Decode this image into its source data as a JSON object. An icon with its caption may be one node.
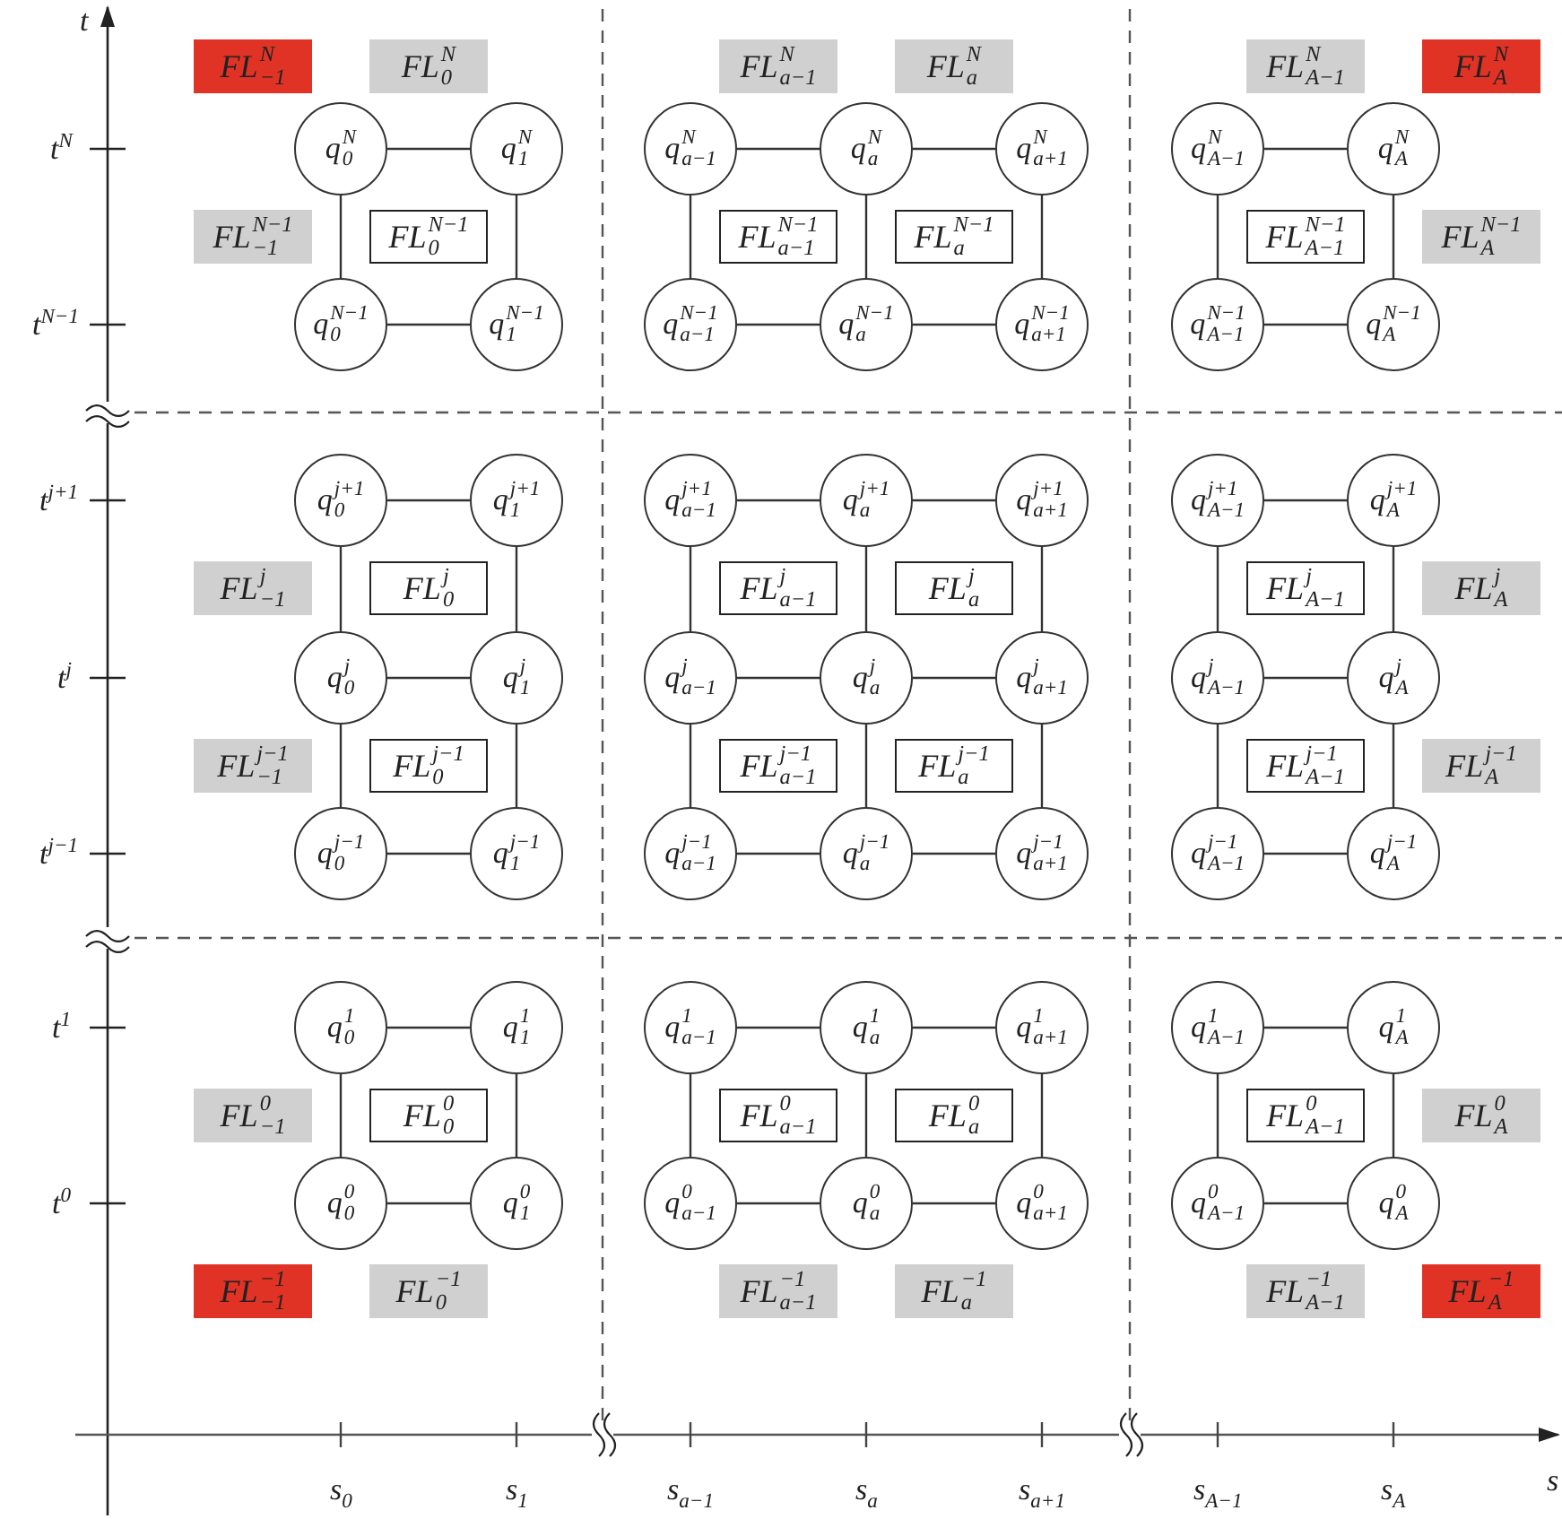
{
  "diagram": {
    "nodes": [
      {
        "text": [
          "FL$_{−1}$$^{N}$"
        ]
      },
      {
        "text": [
          "FL$_{0}$$^{N}$"
        ]
      },
      {
        "text": [
          "FL$_{a−1}$$^{N}$"
        ]
      },
      {
        "text": [
          "FL$_{a}$$^{N}$"
        ]
      },
      {
        "text": [
          "FL$_{A−1}$$^{N}$"
        ]
      },
      {
        "text": [
          "FL$_{A}$$^{N}$"
        ]
      },
      {
        "text": [
          "q$_{0}$$^{N}$"
        ]
      },
      {
        "text": [
          "q$_{1}$$^{N}$"
        ]
      },
      {
        "text": [
          "q$_{a−1}$$^{N}$"
        ]
      },
      {
        "text": [
          "q$_{a}$$^{N}$"
        ]
      },
      {
        "text": [
          "q$_{a+1}$$^{N}$"
        ]
      },
      {
        "text": [
          "q$_{A−1}$$^{N}$"
        ]
      },
      {
        "text": [
          "q$_{A}$$^{N}$"
        ]
      },
      {
        "text": [
          "FL$_{−1}$$^{N−1}$"
        ]
      },
      {
        "text": [
          "FL$_{0}$$^{N−1}$"
        ]
      },
      {
        "text": [
          "FL$_{a−1}$$^{N−1}$"
        ]
      },
      {
        "text": [
          "FL$_{a}$$^{N−1}$"
        ]
      },
      {
        "text": [
          "FL$_{A−1}$$^{N−1}$"
        ]
      },
      {
        "text": [
          "FL$_{A}$$^{N−1}$"
        ]
      },
      {
        "text": [
          "q$_{0}$$^{N−1}$"
        ]
      },
      {
        "text": [
          "q$_{1}$$^{N−1}$"
        ]
      },
      {
        "text": [
          "q$_{a−1}$$^{N−1}$"
        ]
      },
      {
        "text": [
          "q$_{a}$$^{N−1}$"
        ]
      },
      {
        "text": [
          "q$_{a+1}$$^{N−1}$"
        ]
      },
      {
        "text": [
          "q$_{A−1}$$^{N−1}$"
        ]
      },
      {
        "text": [
          "q$_{A}$$^{N−1}$"
        ]
      },
      {
        "text": [
          "q$_{0}$$^{j+1}$"
        ]
      },
      {
        "text": [
          "q$_{1}$$^{j+1}$"
        ]
      },
      {
        "text": [
          "q$_{a−1}$$^{j+1}$"
        ]
      },
      {
        "text": [
          "q$_{a}$$^{j+1}$"
        ]
      },
      {
        "text": [
          "q$_{a+1}$$^{j+1}$"
        ]
      },
      {
        "text": [
          "q$_{A−1}$$^{j+1}$"
        ]
      },
      {
        "text": [
          "q$_{A}$$^{j+1}$"
        ]
      },
      {
        "text": [
          "FL$_{−1}$$^{j}$"
        ]
      },
      {
        "text": [
          "FL$_{0}$$^{j}$"
        ]
      },
      {
        "text": [
          "FL$_{a−1}$$^{j}$"
        ]
      },
      {
        "text": [
          "FL$_{a}$$^{j}$"
        ]
      },
      {
        "text": [
          "FL$_{A−1}$$^{j}$"
        ]
      },
      {
        "text": [
          "FL$_{A}$$^{j}$"
        ]
      },
      {
        "text": [
          "q$_{0}$$^{j}$"
        ]
      },
      {
        "text": [
          "q$_{1}$$^{j}$"
        ]
      },
      {
        "text": [
          "q$_{a−1}$$^{j}$"
        ]
      },
      {
        "text": [
          "q$_{a}$$^{j}$"
        ]
      },
      {
        "text": [
          "q$_{a+1}$$^{j}$"
        ]
      },
      {
        "text": [
          "q$_{A−1}$$^{j}$"
        ]
      },
      {
        "text": [
          "q$_{A}$$^{j}$"
        ]
      },
      {
        "text": [
          "FL$_{−1}$$^{j−1}$"
        ]
      },
      {
        "text": [
          "FL$_{0}$$^{j−1}$"
        ]
      },
      {
        "text": [
          "FL$_{a−1}$$^{j−1}$"
        ]
      },
      {
        "text": [
          "FL$_{a}$$^{j−1}$"
        ]
      },
      {
        "text": [
          "FL$_{A−1}$$^{j−1}$"
        ]
      },
      {
        "text": [
          "FL$_{A}$$^{j−1}$"
        ]
      },
      {
        "text": [
          "q$_{0}$$^{j−1}$"
        ]
      },
      {
        "text": [
          "q$_{1}$$^{j−1}$"
        ]
      },
      {
        "text": [
          "q$_{a−1}$$^{j−1}$"
        ]
      },
      {
        "text": [
          "q$_{a}$$^{j−1}$"
        ]
      },
      {
        "text": [
          "q$_{a+1}$$^{j−1}$"
        ]
      },
      {
        "text": [
          "q$_{A−1}$$^{j−1}$"
        ]
      },
      {
        "text": [
          "q$_{A}$$^{j−1}$"
        ]
      },
      {
        "text": [
          "q$_{0}$$^{1}$"
        ]
      },
      {
        "text": [
          "q$_{1}$$^{1}$"
        ]
      },
      {
        "text": [
          "q$_{a−1}$$^{1}$"
        ]
      },
      {
        "text": [
          "q$_{a}$$^{1}$"
        ]
      },
      {
        "text": [
          "q$_{a+1}$$^{1}$"
        ]
      },
      {
        "text": [
          "q$_{A−1}$$^{1}$"
        ]
      },
      {
        "text": [
          "q$_{A}$$^{1}$"
        ]
      },
      {
        "text": [
          "FL$_{−1}$$^{0}$"
        ]
      },
      {
        "text": [
          "FL$_{0}$$^{0}$"
        ]
      },
      {
        "text": [
          "FL$_{a−1}$$^{0}$"
        ]
      },
      {
        "text": [
          "FL$_{a}$$^{0}$"
        ]
      },
      {
        "text": [
          "FL$_{A−1}$$^{0}$"
        ]
      },
      {
        "text": [
          "FL$_{A}$$^{0}$"
        ]
      },
      {
        "text": [
          "q$_{0}$$^{0}$"
        ]
      },
      {
        "text": [
          "q$_{1}$$^{0}$"
        ]
      },
      {
        "text": [
          "q$_{a−1}$$^{0}$"
        ]
      },
      {
        "text": [
          "q$_{a}$$^{0}$"
        ]
      },
      {
        "text": [
          "q$_{a+1}$$^{0}$"
        ]
      },
      {
        "text": [
          "q$_{A−1}$$^{0}$"
        ]
      },
      {
        "text": [
          "q$_{A}$$^{0}$"
        ]
      },
      {
        "text": [
          "FL$_{−1}$$^{−1}$"
        ]
      },
      {
        "text": [
          "FL$_{0}$$^{−1}$"
        ]
      },
      {
        "text": [
          "FL$_{a−1}$$^{−1}$"
        ]
      },
      {
        "text": [
          "FL$_{a}$$^{−1}$"
        ]
      },
      {
        "text": [
          "FL$_{A−1}$$^{−1}$"
        ]
      },
      {
        "text": [
          "FL$_{A}$$^{−1}$"
        ]
      }
    ],
    "edges": [
      {
        "from": 6,
        "to": 7,
        "arrow": "none"
      },
      {
        "from": 8,
        "to": 9,
        "arrow": "none"
      },
      {
        "from": 9,
        "to": 10,
        "arrow": "none"
      },
      {
        "from": 11,
        "to": 12,
        "arrow": "none"
      },
      {
        "from": 6,
        "to": 19,
        "arrow": "none"
      },
      {
        "from": 7,
        "to": 20,
        "arrow": "none"
      },
      {
        "from": 8,
        "to": 21,
        "arrow": "none"
      },
      {
        "from": 9,
        "to": 22,
        "arrow": "none"
      },
      {
        "from": 10,
        "to": 23,
        "arrow": "none"
      },
      {
        "from": 11,
        "to": 24,
        "arrow": "none"
      },
      {
        "from": 12,
        "to": 25,
        "arrow": "none"
      },
      {
        "from": 19,
        "to": 20,
        "arrow": "none"
      },
      {
        "from": 21,
        "to": 22,
        "arrow": "none"
      },
      {
        "from": 22,
        "to": 23,
        "arrow": "none"
      },
      {
        "from": 24,
        "to": 25,
        "arrow": "none"
      },
      {
        "from": 26,
        "to": 27,
        "arrow": "none"
      },
      {
        "from": 28,
        "to": 29,
        "arrow": "none"
      },
      {
        "from": 29,
        "to": 30,
        "arrow": "none"
      },
      {
        "from": 31,
        "to": 32,
        "arrow": "none"
      },
      {
        "from": 26,
        "to": 39,
        "arrow": "none"
      },
      {
        "from": 27,
        "to": 40,
        "arrow": "none"
      },
      {
        "from": 28,
        "to": 41,
        "arrow": "none"
      },
      {
        "from": 29,
        "to": 42,
        "arrow": "none"
      },
      {
        "from": 30,
        "to": 43,
        "arrow": "none"
      },
      {
        "from": 31,
        "to": 44,
        "arrow": "none"
      },
      {
        "from": 32,
        "to": 45,
        "arrow": "none"
      },
      {
        "from": 39,
        "to": 40,
        "arrow": "none"
      },
      {
        "from": 41,
        "to": 42,
        "arrow": "none"
      },
      {
        "from": 42,
        "to": 43,
        "arrow": "none"
      },
      {
        "from": 44,
        "to": 45,
        "arrow": "none"
      },
      {
        "from": 39,
        "to": 52,
        "arrow": "none"
      },
      {
        "from": 40,
        "to": 53,
        "arrow": "none"
      },
      {
        "from": 41,
        "to": 54,
        "arrow": "none"
      },
      {
        "from": 42,
        "to": 55,
        "arrow": "none"
      },
      {
        "from": 43,
        "to": 56,
        "arrow": "none"
      },
      {
        "from": 44,
        "to": 57,
        "arrow": "none"
      },
      {
        "from": 45,
        "to": 58,
        "arrow": "none"
      },
      {
        "from": 52,
        "to": 53,
        "arrow": "none"
      },
      {
        "from": 54,
        "to": 55,
        "arrow": "none"
      },
      {
        "from": 55,
        "to": 56,
        "arrow": "none"
      },
      {
        "from": 57,
        "to": 58,
        "arrow": "none"
      },
      {
        "from": 59,
        "to": 60,
        "arrow": "none"
      },
      {
        "from": 61,
        "to": 62,
        "arrow": "none"
      },
      {
        "from": 62,
        "to": 63,
        "arrow": "none"
      },
      {
        "from": 64,
        "to": 65,
        "arrow": "none"
      },
      {
        "from": 59,
        "to": 72,
        "arrow": "none"
      },
      {
        "from": 60,
        "to": 73,
        "arrow": "none"
      },
      {
        "from": 61,
        "to": 74,
        "arrow": "none"
      },
      {
        "from": 62,
        "to": 75,
        "arrow": "none"
      },
      {
        "from": 63,
        "to": 76,
        "arrow": "none"
      },
      {
        "from": 64,
        "to": 77,
        "arrow": "none"
      },
      {
        "from": 65,
        "to": 78,
        "arrow": "none"
      },
      {
        "from": 72,
        "to": 73,
        "arrow": "none"
      },
      {
        "from": 74,
        "to": 75,
        "arrow": "none"
      },
      {
        "from": 75,
        "to": 76,
        "arrow": "none"
      },
      {
        "from": 77,
        "to": 78,
        "arrow": "none"
      }
    ],
    "labels": [
      "t",
      "t$^{N}$",
      "t$^{N−1}$",
      "t$^{j+1}$",
      "t$^{j}$",
      "t$^{j−1}$",
      "t$^{1}$",
      "t$^{0}$",
      "s$_{0}$",
      "s$_{1}$",
      "s$_{a−1}$",
      "s$_{a}$",
      "s$_{a+1}$",
      "s$_{A−1}$",
      "s$_{A}$",
      "s"
    ]
  }
}
